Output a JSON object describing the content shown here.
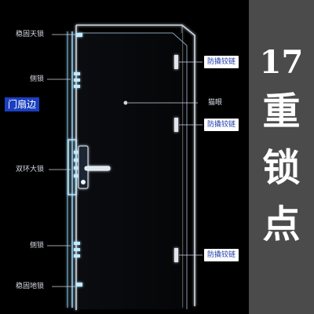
{
  "headline": {
    "number": "17",
    "chars": [
      "重",
      "锁",
      "点"
    ]
  },
  "left_labels": {
    "top_lock": "稳固天锁",
    "side_lock_top": "侧锁",
    "door_edge": "门扇边",
    "double_ring_lock": "双环大锁",
    "side_lock_bottom": "侧锁",
    "bottom_lock": "稳固地锁"
  },
  "right_labels": {
    "hinge_top": "防撬铰链",
    "peephole": "猫眼",
    "hinge_mid": "防撬铰链",
    "hinge_bottom": "防撬铰链"
  },
  "colors": {
    "background": "#000000",
    "panel": "#4b4b4b",
    "accent_blue": "#1a3fbf",
    "glow": "#8fd3ff",
    "line": "#cfd6e0"
  }
}
